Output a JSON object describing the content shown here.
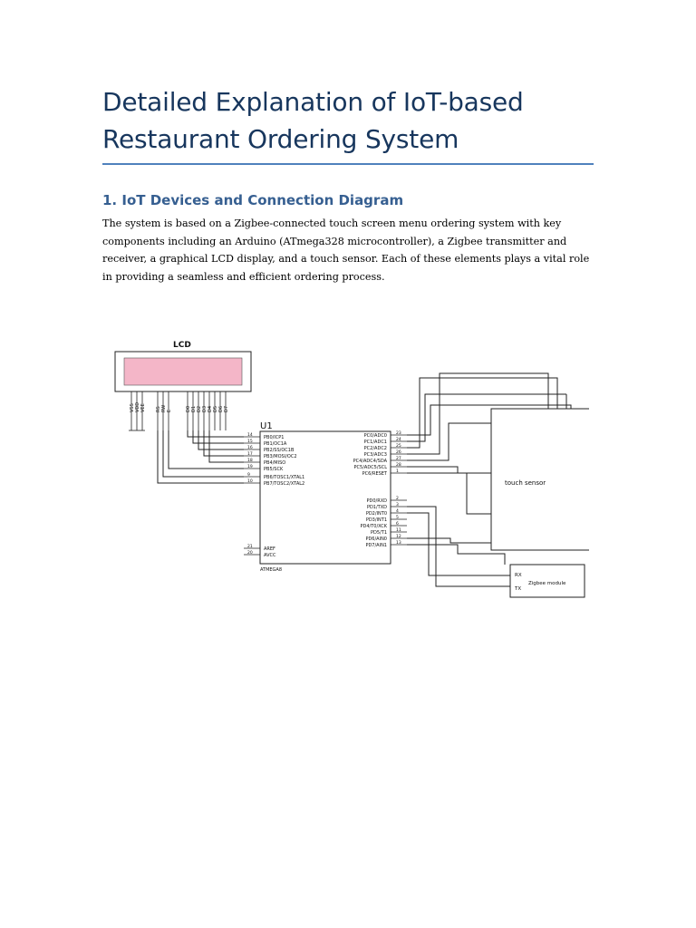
{
  "document": {
    "title": "Detailed Explanation of IoT-based Restaurant Ordering System",
    "section_heading": "1. IoT Devices and Connection Diagram",
    "paragraph": "The system is based on a Zigbee-connected touch screen menu ordering system with key components including an Arduino (ATmega328 microcontroller), a Zigbee transmitter and receiver, a graphical LCD display, and a touch sensor. Each of these elements plays a vital role in providing a seamless and efficient ordering process."
  },
  "diagram": {
    "lcd_label": "LCD",
    "lcd_pins": [
      "VSS",
      "VDD",
      "VEE",
      "RS",
      "RW",
      "E",
      "D0",
      "D1",
      "D2",
      "D3",
      "D4",
      "D5",
      "D6",
      "D7"
    ],
    "chip_ref": "U1",
    "chip_name": "ATMEGA8",
    "left_pins": [
      {
        "num": "14",
        "name": "PB0/ICP1"
      },
      {
        "num": "15",
        "name": "PB1/OC1A"
      },
      {
        "num": "16",
        "name": "PB2/SS/OC1B"
      },
      {
        "num": "17",
        "name": "PB3/MOSI/OC2"
      },
      {
        "num": "18",
        "name": "PB4/MISO"
      },
      {
        "num": "19",
        "name": "PB5/SCK"
      },
      {
        "num": "9",
        "name": "PB6/TOSC1/XTAL1"
      },
      {
        "num": "10",
        "name": "PB7/TOSC2/XTAL2"
      }
    ],
    "left_pins_bottom": [
      {
        "num": "21",
        "name": "AREF"
      },
      {
        "num": "20",
        "name": "AVCC"
      }
    ],
    "right_pins_top": [
      {
        "num": "23",
        "name": "PC0/ADC0"
      },
      {
        "num": "24",
        "name": "PC1/ADC1"
      },
      {
        "num": "25",
        "name": "PC2/ADC2"
      },
      {
        "num": "26",
        "name": "PC3/ADC3"
      },
      {
        "num": "27",
        "name": "PC4/ADC4/SDA"
      },
      {
        "num": "28",
        "name": "PC5/ADC5/SCL"
      },
      {
        "num": "1",
        "name": "PC6/RESET"
      }
    ],
    "right_pins_bottom": [
      {
        "num": "2",
        "name": "PD0/RXD"
      },
      {
        "num": "3",
        "name": "PD1/TXD"
      },
      {
        "num": "4",
        "name": "PD2/INT0"
      },
      {
        "num": "5",
        "name": "PD3/INT1"
      },
      {
        "num": "6",
        "name": "PD4/T0/XCK"
      },
      {
        "num": "11",
        "name": "PD5/T1"
      },
      {
        "num": "12",
        "name": "PD6/AIN0"
      },
      {
        "num": "13",
        "name": "PD7/AIN1"
      }
    ],
    "touch_label": "touch sensor",
    "zigbee_label": "Zigbee module",
    "rx_label": "RX",
    "tx_label": "TX",
    "colors": {
      "lcd_screen": "#F4B6C8",
      "wire": "#222222",
      "heading": "#365F91",
      "title": "#17365D",
      "rule": "#4F81BD"
    }
  }
}
